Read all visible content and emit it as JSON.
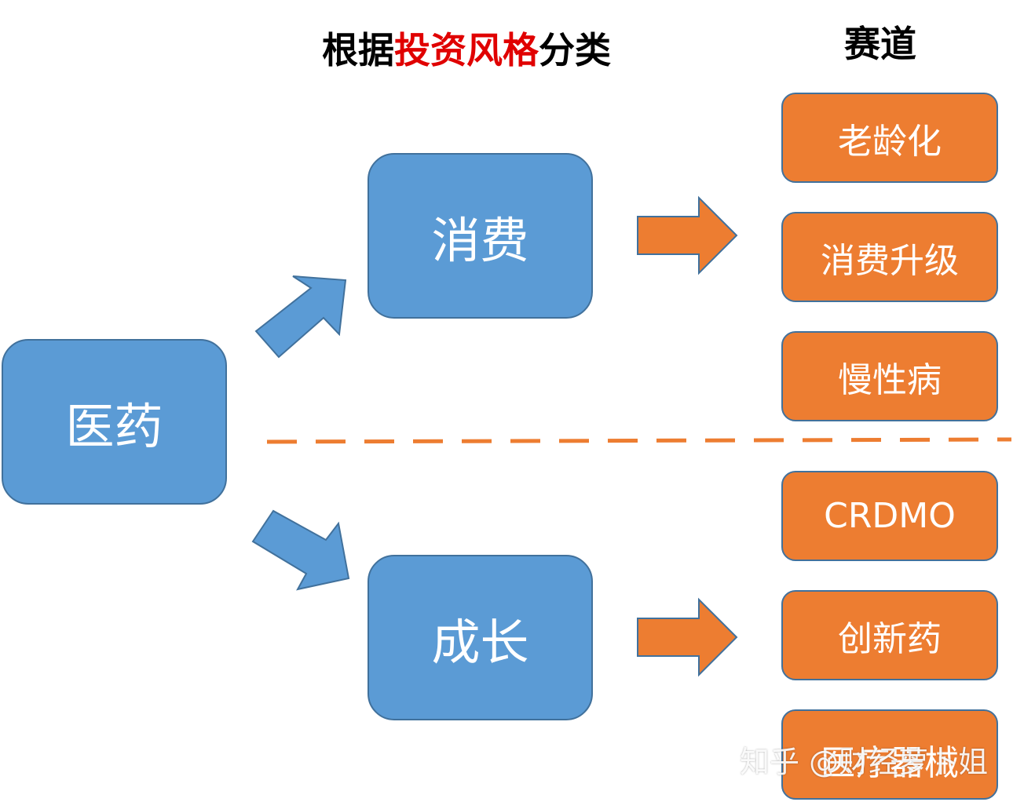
{
  "header": {
    "left_prefix": "根据",
    "left_highlight": "投资风格",
    "left_suffix": "分类",
    "right": "赛道"
  },
  "root": {
    "label": "医药"
  },
  "styles": [
    {
      "label": "消费"
    },
    {
      "label": "成长"
    }
  ],
  "tracks": {
    "consumer": [
      "老龄化",
      "消费升级",
      "慢性病"
    ],
    "growth": [
      "CRDMO",
      "创新药",
      "医疗器械"
    ]
  },
  "watermark": "知乎 @财经萝卜姐",
  "colors": {
    "blue_box": "#5b9bd5",
    "orange_box": "#ed7d31",
    "border": "#41719c",
    "highlight": "#e00000",
    "divider": "#ed7d31"
  }
}
